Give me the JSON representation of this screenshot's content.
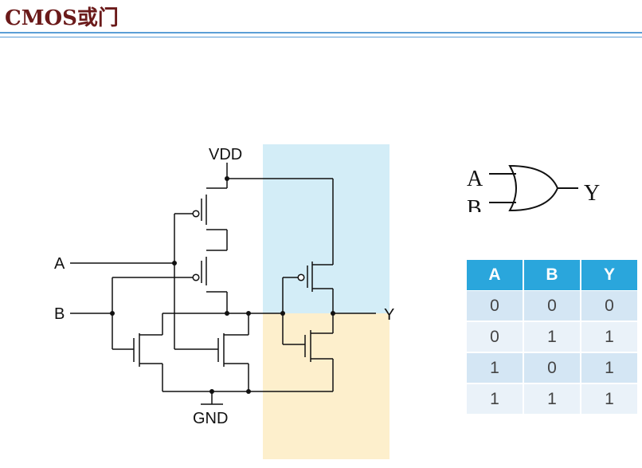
{
  "title": "CMOS或门",
  "colors": {
    "title": "#6b1a1a",
    "rule": "#5a9ed6",
    "pullup_region": "#d3edf7",
    "pulldown_region": "#fdefcc",
    "table_header": "#2aa6dc"
  },
  "circuit": {
    "vdd_label": "VDD",
    "gnd_label": "GND",
    "input_a_label": "A",
    "input_b_label": "B",
    "output_label": "Y"
  },
  "gate_symbol": {
    "type": "or-gate-icon",
    "input_a_label": "A",
    "input_b_label": "B",
    "output_label": "Y"
  },
  "truth_table": {
    "headers": [
      "A",
      "B",
      "Y"
    ],
    "rows": [
      [
        "0",
        "0",
        "0"
      ],
      [
        "0",
        "1",
        "1"
      ],
      [
        "1",
        "0",
        "1"
      ],
      [
        "1",
        "1",
        "1"
      ]
    ]
  }
}
